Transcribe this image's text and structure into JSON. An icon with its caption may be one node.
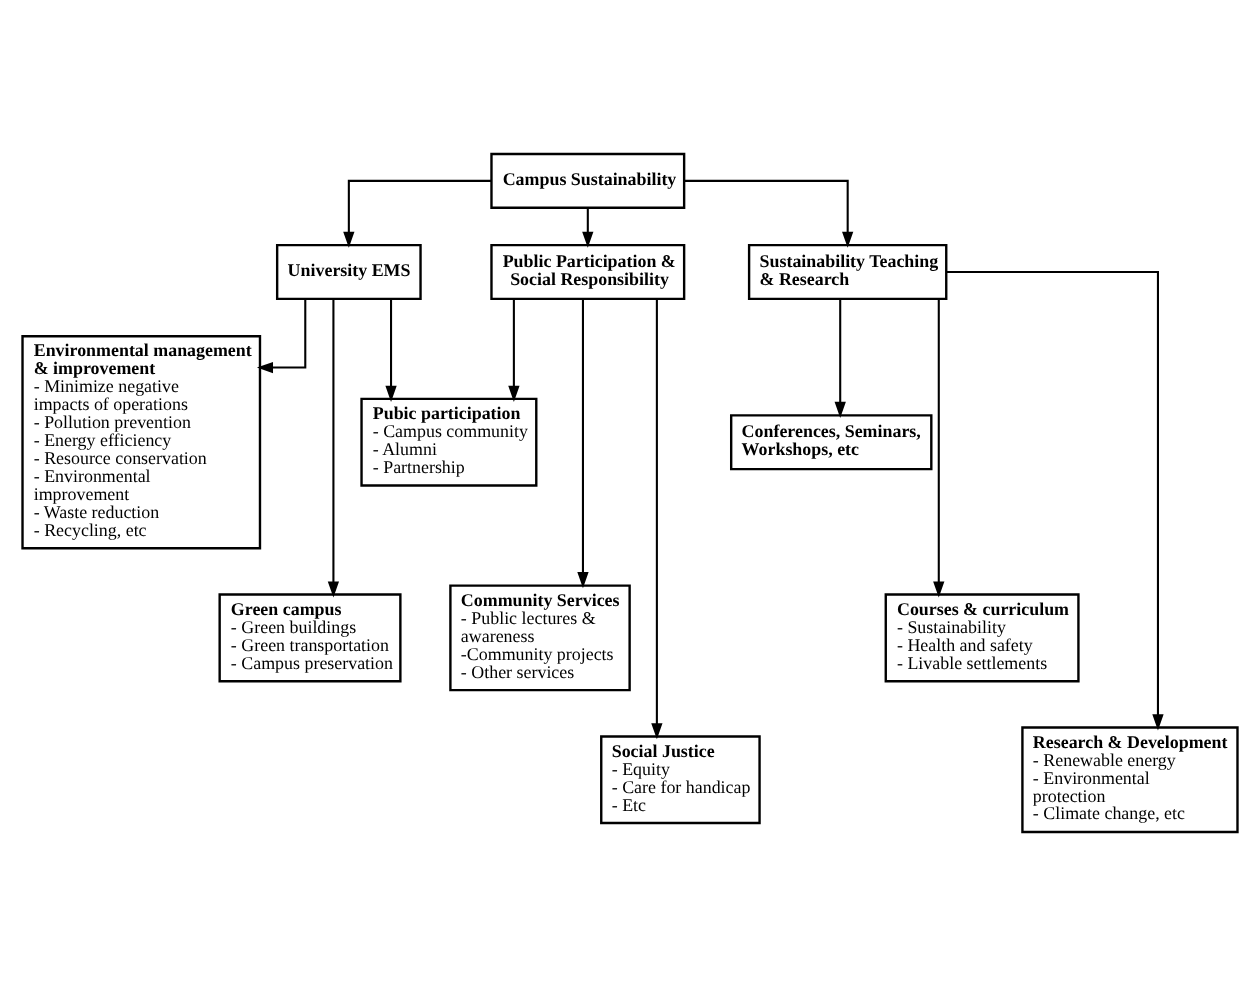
{
  "diagram": {
    "nodes": [
      {
        "text": [
          "Campus Sustainability"
        ]
      },
      {
        "text": [
          "University EMS"
        ]
      },
      {
        "text": [
          "Public Participation & Social Responsibility"
        ]
      },
      {
        "text": [
          "Sustainability Teaching & Research"
        ]
      },
      {
        "text": [
          "Environmental management & improvement",
          "- Minimize negative impacts of operations",
          "- Pollution prevention",
          "- Energy efficiency",
          "- Resource conservation",
          "- Environmental improvement",
          "- Waste reduction",
          "- Recycling, etc"
        ]
      },
      {
        "text": [
          "Green campus",
          "- Green buildings",
          "- Green transportation",
          "- Campus preservation"
        ]
      },
      {
        "text": [
          "Pubic participation",
          "- Campus community",
          "- Alumni",
          "- Partnership"
        ]
      },
      {
        "text": [
          "Community Services",
          "- Public lectures & awareness",
          "-Community projects",
          "- Other services"
        ]
      },
      {
        "text": [
          "Social Justice",
          "- Equity",
          "- Care for handicap",
          "- Etc"
        ]
      },
      {
        "text": [
          "Conferences, Seminars, Workshops, etc"
        ]
      },
      {
        "text": [
          "Courses & curriculum",
          "- Sustainability",
          "- Health and safety",
          "- Livable settlements"
        ]
      },
      {
        "text": [
          "Research & Development",
          "- Renewable energy",
          "- Environmental protection",
          "- Climate change, etc"
        ]
      }
    ],
    "edges": [
      {
        "from": 0,
        "to": 1,
        "arrow": "to"
      },
      {
        "from": 0,
        "to": 2,
        "arrow": "to"
      },
      {
        "from": 0,
        "to": 3,
        "arrow": "to"
      },
      {
        "from": 1,
        "to": 4,
        "arrow": "to"
      },
      {
        "from": 1,
        "to": 5,
        "arrow": "to"
      },
      {
        "from": 1,
        "to": 6,
        "arrow": "to"
      },
      {
        "from": 2,
        "to": 6,
        "arrow": "to"
      },
      {
        "from": 2,
        "to": 7,
        "arrow": "to"
      },
      {
        "from": 2,
        "to": 8,
        "arrow": "to"
      },
      {
        "from": 3,
        "to": 9,
        "arrow": "to"
      },
      {
        "from": 3,
        "to": 10,
        "arrow": "to"
      },
      {
        "from": 3,
        "to": 11,
        "arrow": "to"
      }
    ]
  }
}
